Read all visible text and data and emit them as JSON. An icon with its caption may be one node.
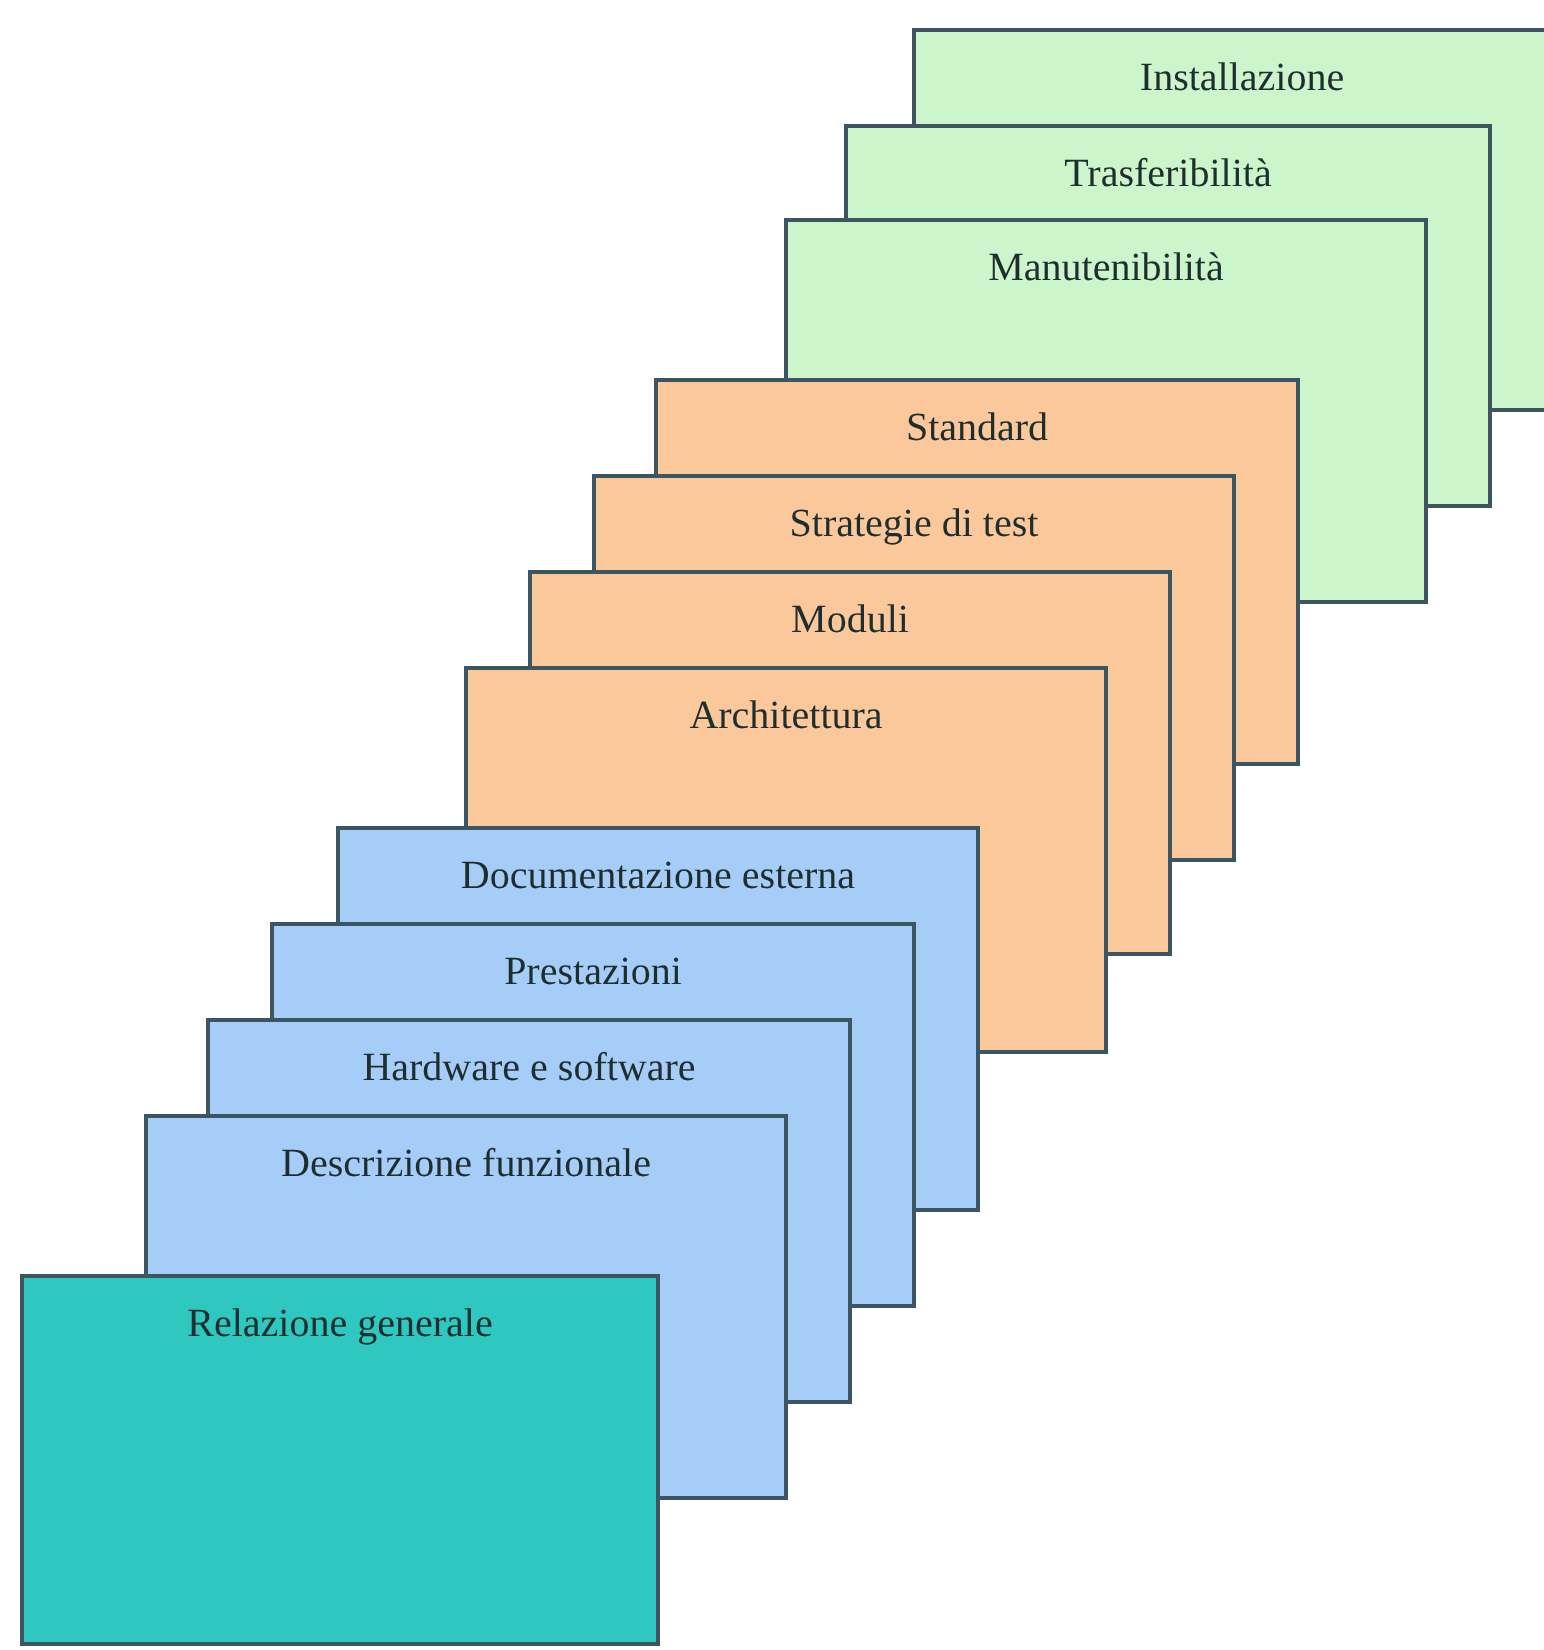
{
  "diagram": {
    "nodes": [
      {
        "text": [
          "Installazione"
        ]
      },
      {
        "text": [
          "Trasferibilità"
        ]
      },
      {
        "text": [
          "Manutenibilità"
        ]
      },
      {
        "text": [
          "Standard"
        ]
      },
      {
        "text": [
          "Strategie di test"
        ]
      },
      {
        "text": [
          "Moduli"
        ]
      },
      {
        "text": [
          "Architettura"
        ]
      },
      {
        "text": [
          "Documentazione esterna"
        ]
      },
      {
        "text": [
          "Prestazioni"
        ]
      },
      {
        "text": [
          "Hardware e software"
        ]
      },
      {
        "text": [
          "Descrizione funzionale"
        ]
      },
      {
        "text": [
          "Relazione generale"
        ]
      }
    ]
  }
}
